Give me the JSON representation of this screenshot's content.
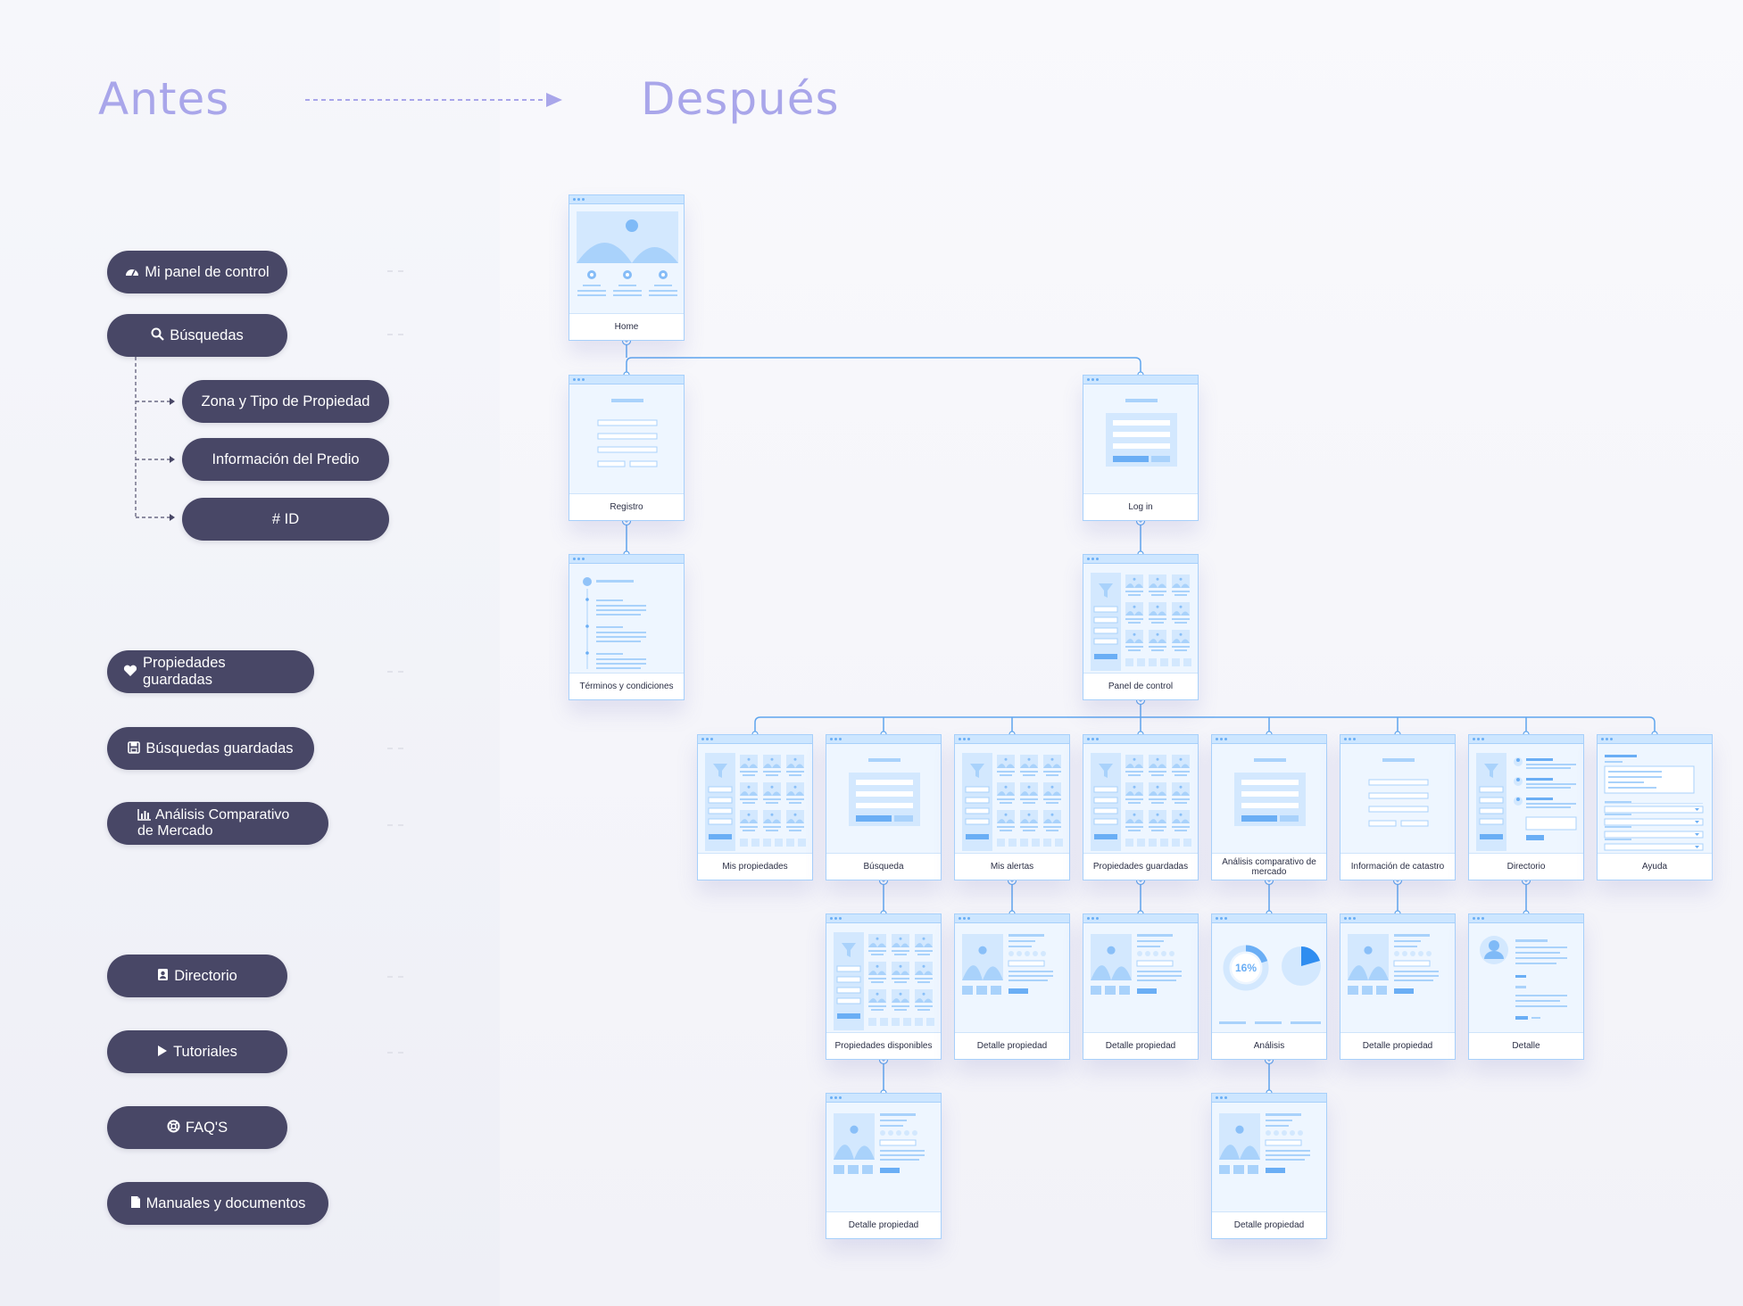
{
  "headings": {
    "before": "Antes",
    "after": "Después"
  },
  "colors": {
    "pill_bg": "#484766",
    "heading": "#a9a6ea",
    "wire": "#5ea5ee",
    "card_bg": "#eef6ff"
  },
  "before_menu": {
    "items": [
      {
        "icon": "dashboard-icon",
        "label": "Mi panel de control"
      },
      {
        "icon": "search-icon",
        "label": "Búsquedas"
      },
      {
        "icon": "",
        "label": "Zona y Tipo de Propiedad"
      },
      {
        "icon": "",
        "label": "Información del Predio"
      },
      {
        "icon": "",
        "label": "# ID"
      },
      {
        "icon": "heart-icon",
        "label": "Propiedades guardadas"
      },
      {
        "icon": "save-icon",
        "label": "Búsquedas guardadas"
      },
      {
        "icon": "bar-chart-icon",
        "label": "Análisis Comparativo\nde Mercado"
      },
      {
        "icon": "contact-book-icon",
        "label": "Directorio"
      },
      {
        "icon": "play-icon",
        "label": "Tutoriales"
      },
      {
        "icon": "lifebuoy-icon",
        "label": "FAQ'S"
      },
      {
        "icon": "document-icon",
        "label": "Manuales y documentos"
      }
    ]
  },
  "sitemap": {
    "nodes": [
      {
        "id": "home",
        "label": "Home"
      },
      {
        "id": "registro",
        "label": "Registro"
      },
      {
        "id": "login",
        "label": "Log in"
      },
      {
        "id": "terminos",
        "label": "Términos y condiciones"
      },
      {
        "id": "panel",
        "label": "Panel de control"
      },
      {
        "id": "mis_prop",
        "label": "Mis propiedades"
      },
      {
        "id": "busqueda",
        "label": "Búsqueda"
      },
      {
        "id": "alertas",
        "label": "Mis alertas"
      },
      {
        "id": "guardadas",
        "label": "Propiedades guardadas"
      },
      {
        "id": "acm",
        "label": "Análisis comparativo de mercado"
      },
      {
        "id": "catastro",
        "label": "Información de catastro"
      },
      {
        "id": "directorio",
        "label": "Directorio"
      },
      {
        "id": "ayuda",
        "label": "Ayuda"
      },
      {
        "id": "disponibles",
        "label": "Propiedades disponibles"
      },
      {
        "id": "det_alertas",
        "label": "Detalle propiedad"
      },
      {
        "id": "det_guardadas",
        "label": "Detalle propiedad"
      },
      {
        "id": "analisis",
        "label": "Análisis",
        "metric": "16%"
      },
      {
        "id": "det_catastro",
        "label": "Detalle propiedad"
      },
      {
        "id": "detalle_dir",
        "label": "Detalle"
      },
      {
        "id": "det_disponibles",
        "label": "Detalle propiedad"
      },
      {
        "id": "det_analisis",
        "label": "Detalle propiedad"
      }
    ],
    "edges": [
      [
        "home",
        "registro"
      ],
      [
        "home",
        "login"
      ],
      [
        "registro",
        "terminos"
      ],
      [
        "login",
        "panel"
      ],
      [
        "panel",
        "mis_prop"
      ],
      [
        "panel",
        "busqueda"
      ],
      [
        "panel",
        "alertas"
      ],
      [
        "panel",
        "guardadas"
      ],
      [
        "panel",
        "acm"
      ],
      [
        "panel",
        "catastro"
      ],
      [
        "panel",
        "directorio"
      ],
      [
        "panel",
        "ayuda"
      ],
      [
        "busqueda",
        "disponibles"
      ],
      [
        "alertas",
        "det_alertas"
      ],
      [
        "guardadas",
        "det_guardadas"
      ],
      [
        "acm",
        "analisis"
      ],
      [
        "catastro",
        "det_catastro"
      ],
      [
        "directorio",
        "detalle_dir"
      ],
      [
        "disponibles",
        "det_disponibles"
      ],
      [
        "analisis",
        "det_analisis"
      ]
    ]
  }
}
